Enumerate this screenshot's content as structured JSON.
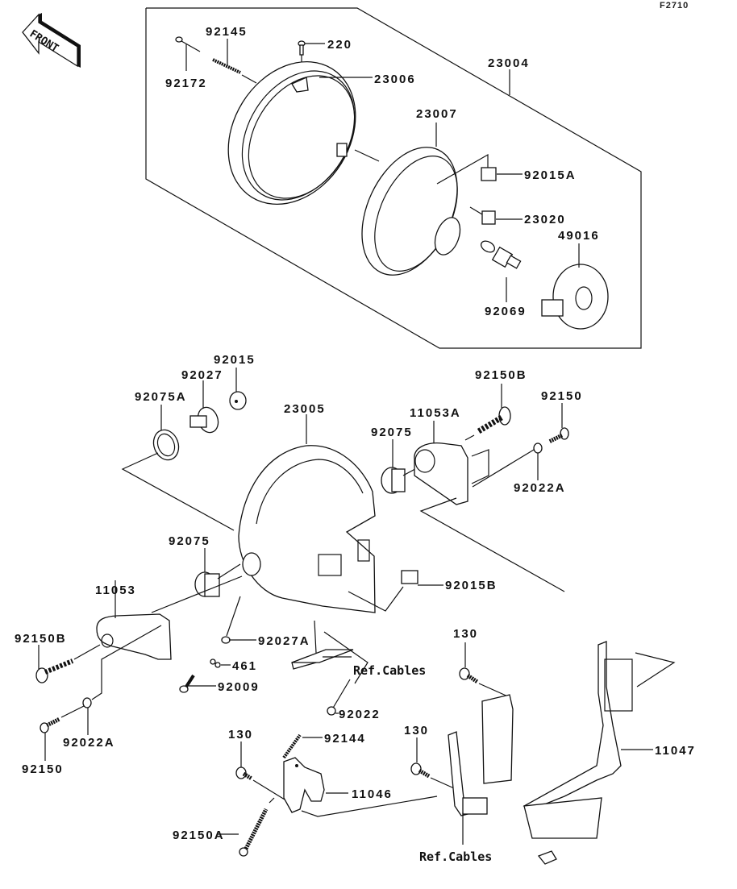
{
  "figure_id": "F2710",
  "front_label": "FRONT",
  "icons": {
    "front": "front-arrow-icon"
  },
  "parts": {
    "p92145": "92145",
    "p220": "220",
    "p92172": "92172",
    "p23006": "23006",
    "p23004": "23004",
    "p23007": "23007",
    "p92015A": "92015A",
    "p23020": "23020",
    "p49016": "49016",
    "p92069": "92069",
    "p92015": "92015",
    "p92027": "92027",
    "p92075A": "92075A",
    "p23005": "23005",
    "p92150B_r": "92150B",
    "p92150_r": "92150",
    "p11053A": "11053A",
    "p92075_r": "92075",
    "p92022A_r": "92022A",
    "p92075_l": "92075",
    "p11053": "11053",
    "p92015B": "92015B",
    "p92150B_l": "92150B",
    "p92027A": "92027A",
    "p461": "461",
    "p92009": "92009",
    "p92022A_l": "92022A",
    "p92150_l": "92150",
    "p92022": "92022",
    "p130_a": "130",
    "p130_b": "130",
    "p130_c": "130",
    "p92144": "92144",
    "p11047": "11047",
    "p11046": "11046",
    "p92150A": "92150A",
    "ref_cables_1": "Ref.Cables",
    "ref_cables_2": "Ref.Cables"
  }
}
